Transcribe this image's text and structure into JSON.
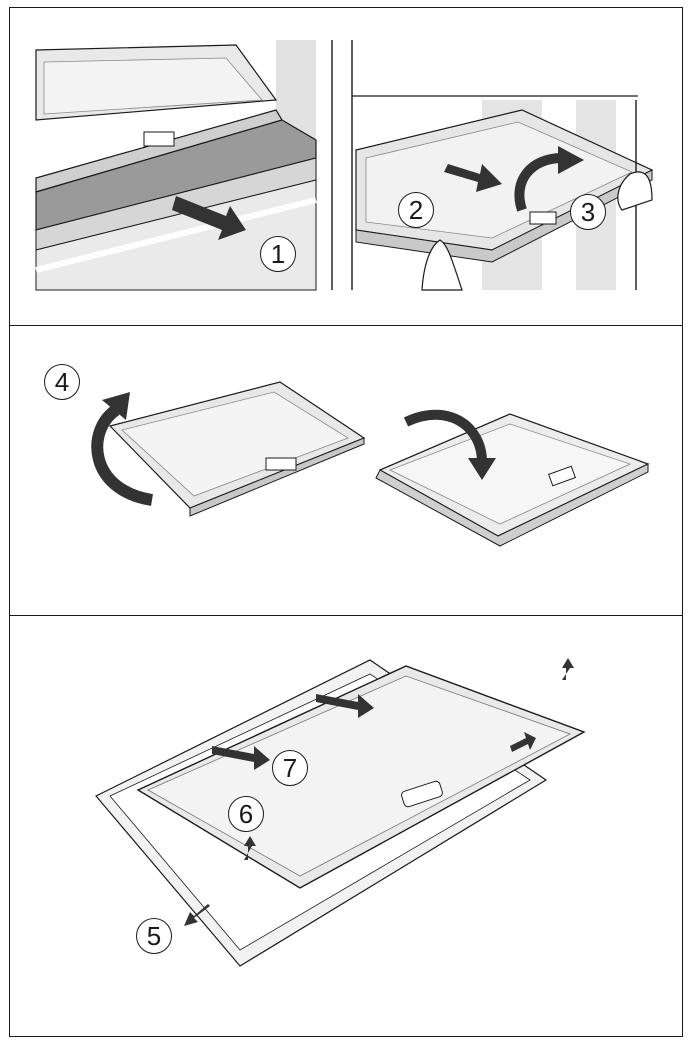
{
  "steps": {
    "s1": "1",
    "s2": "2",
    "s3": "3",
    "s4": "4",
    "s5": "5",
    "s6": "6",
    "s7": "7"
  },
  "colors": {
    "line": "#1a1a1a",
    "shelf_gray": "#d9d9d9",
    "panel_gray": "#e6e6e6",
    "dark_band": "#8c8c8c",
    "arrow": "#333333",
    "glass": "#eeeeee"
  },
  "icons": [
    "arrow-pull-icon",
    "arrow-rotate-icon",
    "hand-icon"
  ]
}
